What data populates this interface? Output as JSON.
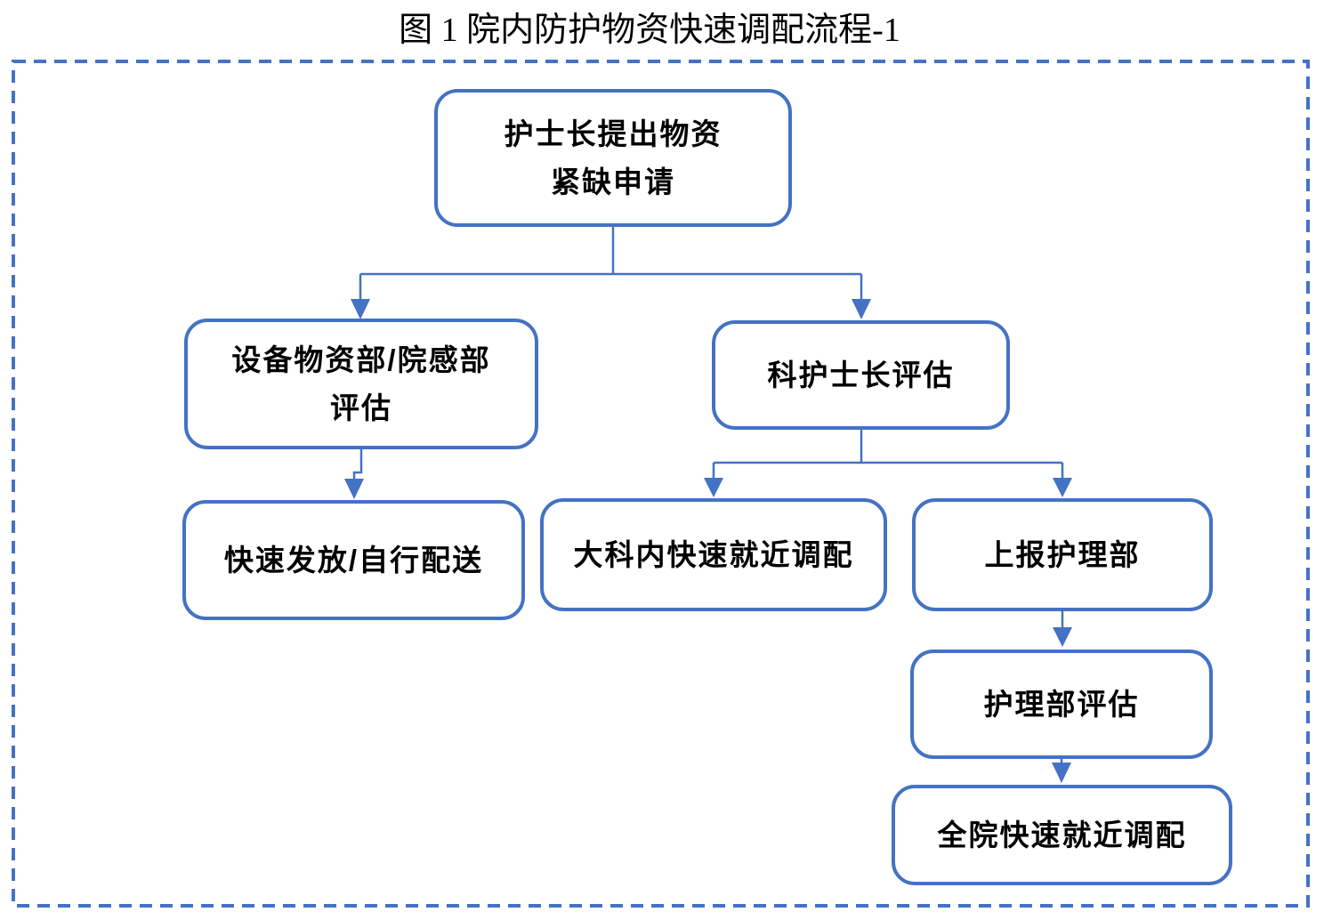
{
  "title": "图 1 院内防护物资快速调配流程-1",
  "colors": {
    "accent": "#4472C4",
    "text": "#000000",
    "background": "#FFFFFF"
  },
  "nodes": {
    "request": {
      "label": "护士长提出物资\n紧缺申请"
    },
    "equipment": {
      "label": "设备物资部/院感部\n评估"
    },
    "head_nurse": {
      "label": "科护士长评估"
    },
    "dispatch": {
      "label": "快速发放/自行配送"
    },
    "dept_allocate": {
      "label": "大科内快速就近调配"
    },
    "report": {
      "label": "上报护理部"
    },
    "nursing_eval": {
      "label": "护理部评估"
    },
    "hospital_allocate": {
      "label": "全院快速就近调配"
    }
  },
  "edges": [
    {
      "from": "request",
      "to": "equipment"
    },
    {
      "from": "request",
      "to": "head_nurse"
    },
    {
      "from": "equipment",
      "to": "dispatch"
    },
    {
      "from": "head_nurse",
      "to": "dept_allocate"
    },
    {
      "from": "head_nurse",
      "to": "report"
    },
    {
      "from": "report",
      "to": "nursing_eval"
    },
    {
      "from": "nursing_eval",
      "to": "hospital_allocate"
    }
  ]
}
